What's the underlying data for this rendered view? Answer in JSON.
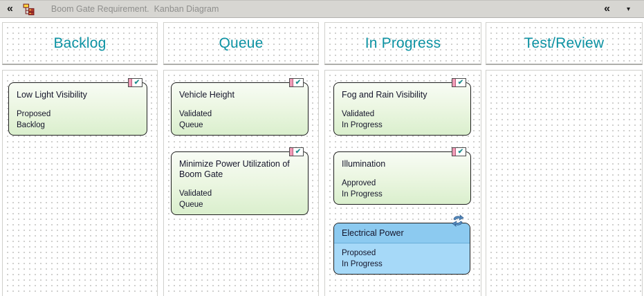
{
  "toolbar": {
    "back_glyph": "«",
    "title": "Boom Gate Requirement.  Kanban Diagram",
    "collapse_glyph": "«",
    "dropdown_glyph": "▾"
  },
  "board": {
    "columns": [
      {
        "title": "Backlog",
        "cards": [
          {
            "title": "Low Light Visibility",
            "status": "Proposed",
            "stage": "Backlog",
            "style": "green",
            "adornment": "checked-box",
            "check_glyph": "✔"
          }
        ]
      },
      {
        "title": "Queue",
        "cards": [
          {
            "title": "Vehicle Height",
            "status": "Validated",
            "stage": "Queue",
            "style": "green",
            "adornment": "checked-box",
            "check_glyph": "✔"
          },
          {
            "title": "Minimize Power Utilization of Boom Gate",
            "status": "Validated",
            "stage": "Queue",
            "style": "green",
            "adornment": "checked-box",
            "check_glyph": "✔"
          }
        ]
      },
      {
        "title": "In Progress",
        "cards": [
          {
            "title": "Fog and Rain Visibility",
            "status": "Validated",
            "stage": "In Progress",
            "style": "green",
            "adornment": "checked-box",
            "check_glyph": "✔"
          },
          {
            "title": "Illumination",
            "status": "Approved",
            "stage": "In Progress",
            "style": "green",
            "adornment": "checked-box",
            "check_glyph": "✔"
          },
          {
            "title": "Electrical Power",
            "status": "Proposed",
            "stage": "In Progress",
            "style": "blue",
            "adornment": "spin-arrows"
          }
        ]
      },
      {
        "title": "Test/Review",
        "cards": []
      }
    ]
  },
  "colors": {
    "header_accent": "#0C92A3",
    "toolbar_bg": "#D7D6D2",
    "card_green_top": "#F8FCF5",
    "card_green_bottom": "#DAEFCD",
    "card_blue_title": "#8CCAF0",
    "card_blue_body": "#A6D9F8",
    "badge_pink": "#EF9CB7",
    "check_teal": "#1F8F8F"
  }
}
